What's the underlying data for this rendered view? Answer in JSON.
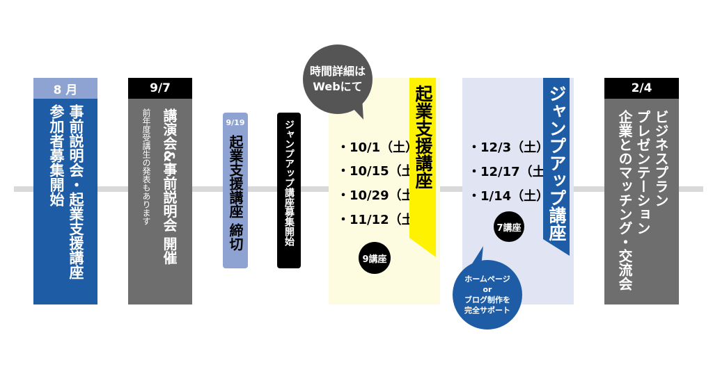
{
  "aug": {
    "header": "8 月",
    "line1": "事前説明会・起業支援講座",
    "line2": "参加者募集開始"
  },
  "sep7": {
    "header": "9/7",
    "main": "講演会&事前説明会 開催",
    "sub": "前年度受講生の発表もあります"
  },
  "sep19": {
    "date": "9/19",
    "label": "起業支援講座 締切"
  },
  "jump_recruit": {
    "label": "ジャンプアップ講座募集開始"
  },
  "bubble_time": {
    "line1": "時間詳細は",
    "line2": "Webにて"
  },
  "kigyo": {
    "title": "起業支援講座",
    "dates": [
      "・10/1（土）",
      "・10/15（土）",
      "・10/29（土）",
      "・11/12（土）"
    ],
    "count": "9講座"
  },
  "jumpup": {
    "title": "ジャンプアップ講座",
    "dates": [
      "・12/3（土）",
      "・12/17（土）",
      "・1/14（土）"
    ],
    "count": "7講座"
  },
  "bubble_support": {
    "line1": "ホームページ",
    "line2": "or",
    "line3": "ブログ制作を",
    "line4": "完全サポート"
  },
  "feb4": {
    "header": "2/4",
    "line1": "ビジネスプラン",
    "line2": "プレゼンテーション",
    "line3": "企業とのマッチング・交流会"
  },
  "colors": {
    "blue": "#1f5ca6",
    "light_blue": "#8ea3d1",
    "gray": "#6e6e6e",
    "black": "#000000",
    "yellow": "#fff200",
    "cream": "#fefce0",
    "lavender": "#e0e4f3"
  }
}
